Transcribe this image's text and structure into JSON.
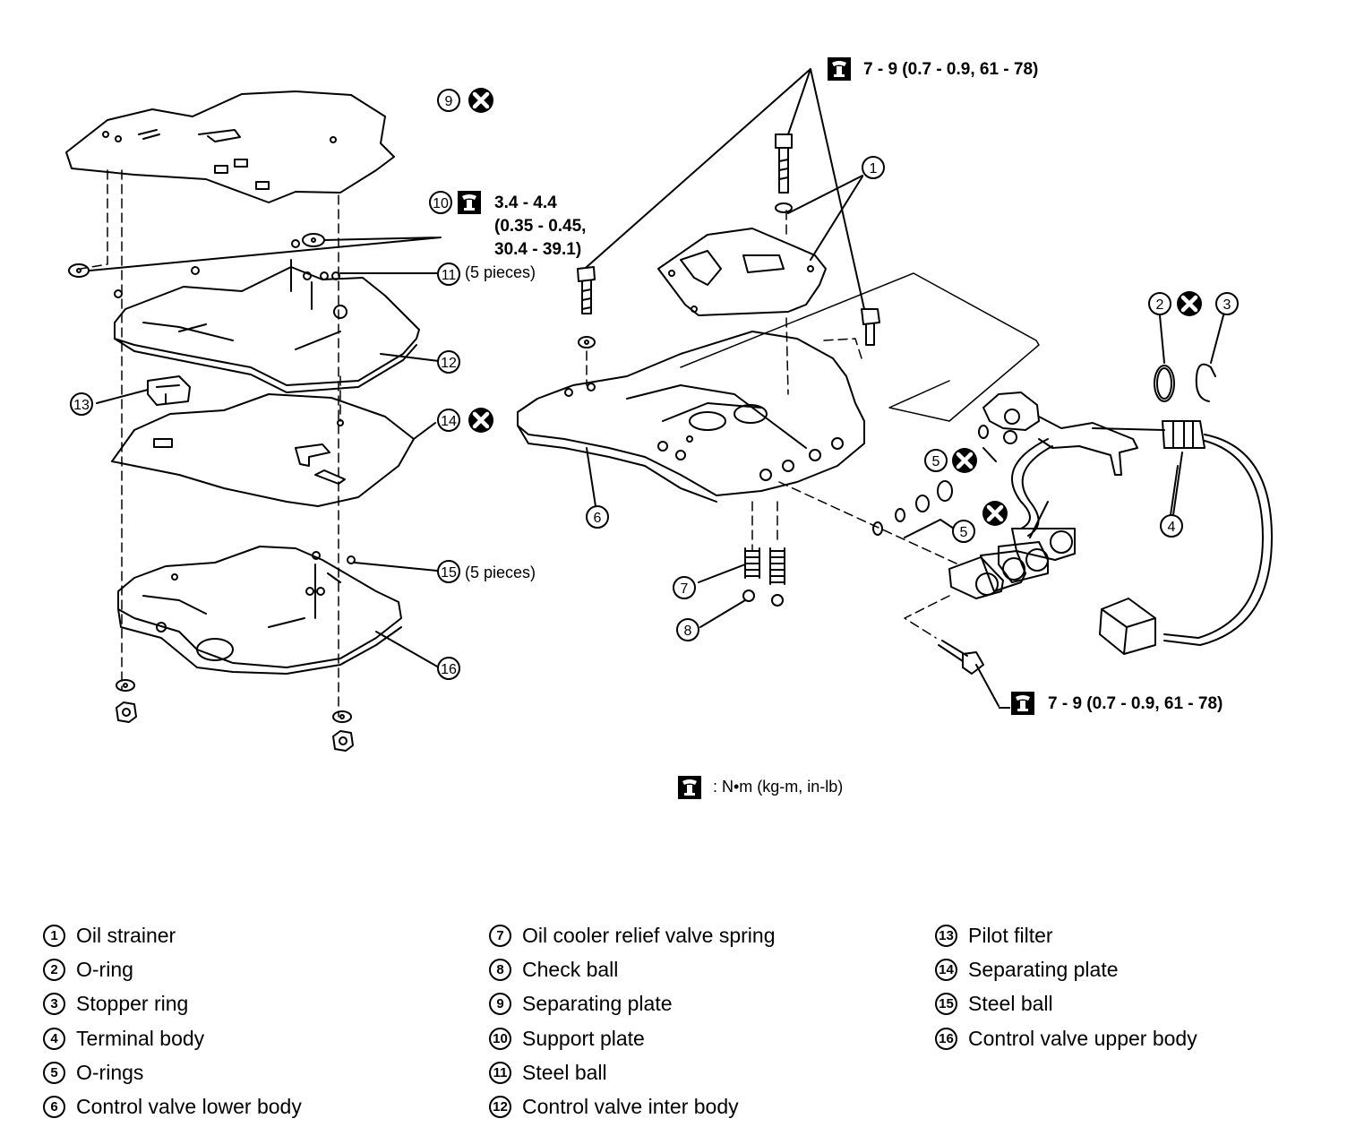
{
  "torque_specs": {
    "top": "7 - 9 (0.7 - 0.9, 61 - 78)",
    "bottom": "7 - 9 (0.7 - 0.9, 61 - 78)",
    "support_plate_line1": "3.4 - 4.4",
    "support_plate_line2": "(0.35 - 0.45,",
    "support_plate_line3": "30.4 - 39.1)",
    "unit_note": ": N•m (kg-m, in-lb)"
  },
  "callouts": {
    "c1": "1",
    "c2": "2",
    "c3": "3",
    "c4": "4",
    "c5a": "5",
    "c5b": "5",
    "c6": "6",
    "c7": "7",
    "c8": "8",
    "c9": "9",
    "c10": "10",
    "c11": "11",
    "c12": "12",
    "c13": "13",
    "c14": "14",
    "c15": "15",
    "c16": "16",
    "pieces_11": "(5 pieces)",
    "pieces_15": "(5 pieces)"
  },
  "legend": {
    "col1": [
      {
        "num": "1",
        "label": "Oil strainer"
      },
      {
        "num": "2",
        "label": "O-ring"
      },
      {
        "num": "3",
        "label": "Stopper ring"
      },
      {
        "num": "4",
        "label": "Terminal body"
      },
      {
        "num": "5",
        "label": "O-rings"
      },
      {
        "num": "6",
        "label": "Control valve lower body"
      }
    ],
    "col2": [
      {
        "num": "7",
        "label": "Oil cooler relief valve spring"
      },
      {
        "num": "8",
        "label": "Check ball"
      },
      {
        "num": "9",
        "label": "Separating plate"
      },
      {
        "num": "10",
        "label": "Support plate"
      },
      {
        "num": "11",
        "label": "Steel ball"
      },
      {
        "num": "12",
        "label": "Control valve inter body"
      }
    ],
    "col3": [
      {
        "num": "13",
        "label": "Pilot filter"
      },
      {
        "num": "14",
        "label": "Separating plate"
      },
      {
        "num": "15",
        "label": "Steel ball"
      },
      {
        "num": "16",
        "label": "Control valve upper body"
      }
    ]
  },
  "icons": {
    "torque": "torque-wrench-icon",
    "replace": "do-not-reuse-icon"
  },
  "colors": {
    "ink": "#000000",
    "paper": "#ffffff"
  }
}
